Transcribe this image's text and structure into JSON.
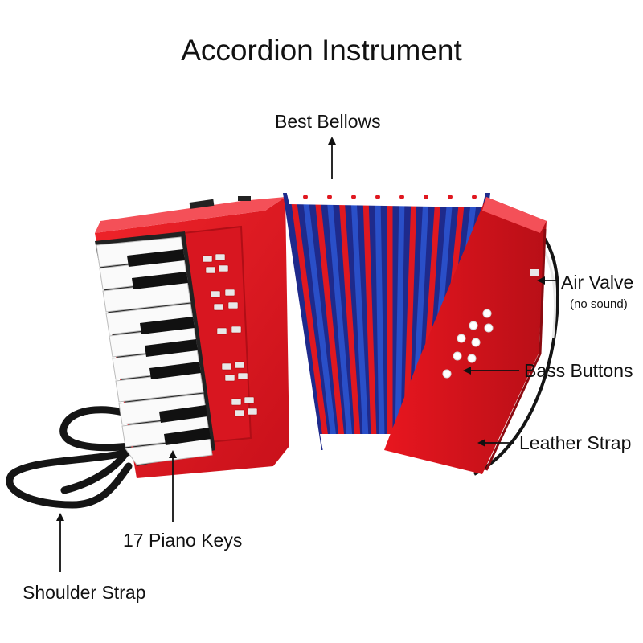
{
  "title": "Accordion Instrument",
  "labels": {
    "best_bellows": "Best Bellows",
    "air_valve": "Air Valve",
    "air_valve_note": "(no sound)",
    "bass_buttons": "Bass Buttons",
    "leather_strap": "Leather Strap",
    "piano_keys": "17 Piano Keys",
    "shoulder_strap": "Shoulder Strap"
  },
  "colors": {
    "body_red": "#e0141c",
    "body_dark_red": "#a80d14",
    "bellows_blue": "#2a4fc8",
    "key_black": "#111111",
    "key_white": "#fafafa",
    "strap_black": "#151515",
    "arrow": "#111111"
  },
  "icons": [
    "accordion-illustration",
    "arrow-icon"
  ]
}
